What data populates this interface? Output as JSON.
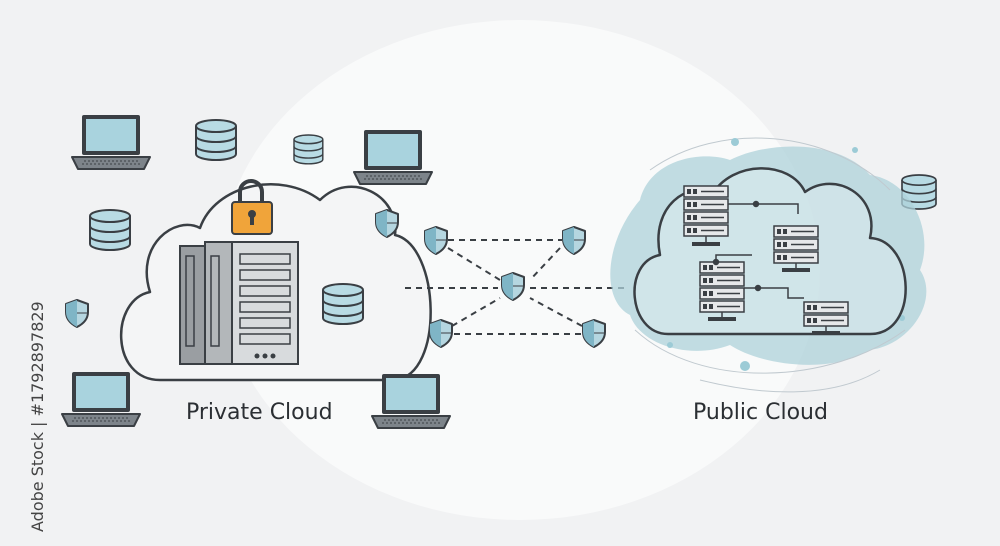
{
  "labels": {
    "private_cloud": "Private Cloud",
    "public_cloud": "Public Cloud"
  },
  "watermark": {
    "text": "Adobe Stock | #1792897829"
  },
  "colors": {
    "background": "#f1f2f3",
    "outline": "#3a3f44",
    "screen": "#a9d3de",
    "database": "#b8dbe4",
    "public_blob": "#aed2da",
    "lock": "#f0a43a",
    "shield": "#b5d6e0",
    "server_gray": "#9a9ea2"
  },
  "icons": [
    "laptop-icon",
    "database-icon",
    "server-rack-icon",
    "padlock-icon",
    "shield-icon",
    "private-cloud-icon",
    "public-cloud-icon",
    "server-unit-icon"
  ]
}
